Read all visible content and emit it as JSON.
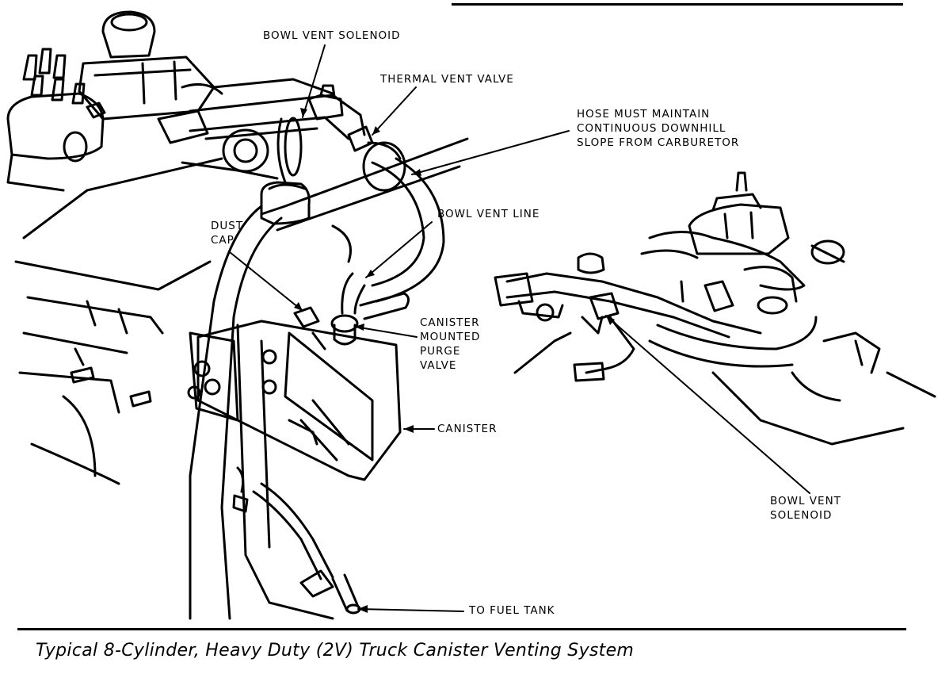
{
  "labels": {
    "bowl_vent_solenoid_top": [
      "BOWL VENT SOLENOID"
    ],
    "thermal_vent_valve": [
      "THERMAL VENT VALVE"
    ],
    "hose_must_maintain": [
      "HOSE MUST MAINTAIN",
      "CONTINUOUS DOWNHILL",
      "SLOPE FROM CARBURETOR"
    ],
    "bowl_vent_line": [
      "BOWL VENT LINE"
    ],
    "dust_cap": [
      "DUST",
      "CAP"
    ],
    "canister_mounted_purge_valve": [
      "CANISTER",
      "MOUNTED",
      "PURGE",
      "VALVE"
    ],
    "canister": [
      "CANISTER"
    ],
    "bowl_vent_solenoid_right": [
      "BOWL VENT",
      "SOLENOID"
    ],
    "to_fuel_tank": [
      "TO FUEL TANK"
    ]
  },
  "caption": "Typical 8-Cylinder, Heavy Duty (2V) Truck Canister Venting System",
  "colors": {
    "ink": "#000000",
    "paper": "#ffffff"
  }
}
